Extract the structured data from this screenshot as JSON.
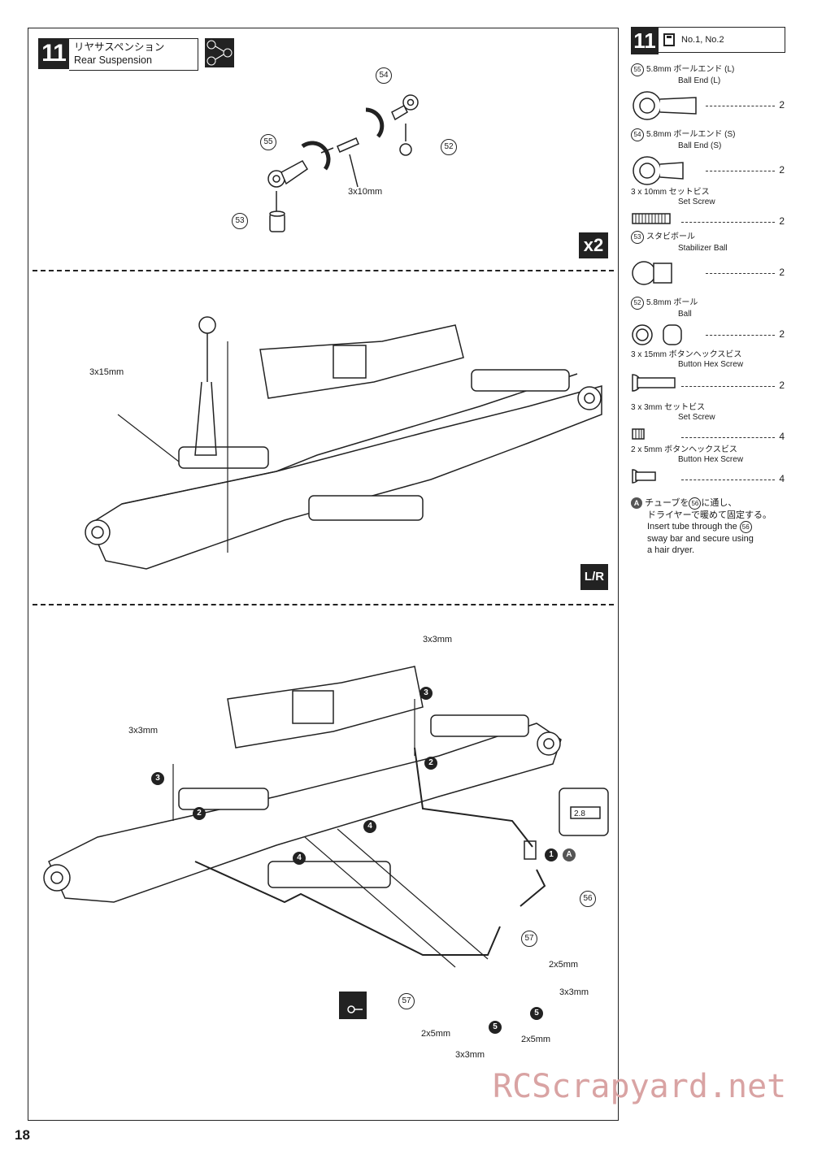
{
  "section": {
    "number": "11",
    "title_jp": "リヤサスペンション",
    "title_en": "Rear Suspension",
    "step_icon": "sequence-icon"
  },
  "badges": {
    "x2": "x2",
    "lr": "L/R"
  },
  "step1": {
    "callouts": {
      "c55": "55",
      "c54": "54",
      "c52": "52",
      "c53": "53"
    },
    "screw_label": "3x10mm"
  },
  "step2": {
    "screw_label": "3x15mm"
  },
  "step3": {
    "labels": {
      "s3x3_top": "3x3mm",
      "s3x3_left": "3x3mm",
      "tube_len": "2.8",
      "s2x5_a": "2x5mm",
      "s3x3_b": "3x3mm",
      "s2x5_c": "2x5mm",
      "s2x5_d": "2x5mm",
      "s3x3_e": "3x3mm"
    },
    "markers": {
      "m3a": "3",
      "m3b": "3",
      "m2a": "2",
      "m2b": "2",
      "m4a": "4",
      "m4b": "4",
      "m1": "1",
      "mA": "A",
      "m5a": "5",
      "m5b": "5"
    },
    "callouts": {
      "c56": "56",
      "c57a": "57",
      "c57b": "57"
    }
  },
  "parts_panel": {
    "number": "11",
    "bag_icon": "bag-icon",
    "bag_label": "No.1, No.2",
    "items": [
      {
        "num": "55",
        "jp": "5.8mm ボールエンド (L)",
        "en": "Ball End (L)",
        "qty": "2"
      },
      {
        "num": "54",
        "jp": "5.8mm ボールエンド (S)",
        "en": "Ball End (S)",
        "qty": "2"
      },
      {
        "num": "",
        "jp": "3 x 10mm セットビス",
        "en": "Set Screw",
        "qty": "2"
      },
      {
        "num": "53",
        "jp": "スタビボール",
        "en": "Stabilizer Ball",
        "qty": "2"
      },
      {
        "num": "52",
        "jp": "5.8mm ボール",
        "en": "Ball",
        "qty": "2"
      },
      {
        "num": "",
        "jp": "3 x 15mm ボタンヘックスビス",
        "en": "Button Hex Screw",
        "qty": "2"
      },
      {
        "num": "",
        "jp": "3 x 3mm セットビス",
        "en": "Set Screw",
        "qty": "4"
      },
      {
        "num": "",
        "jp": "2 x 5mm ボタンヘックスビス",
        "en": "Button Hex Screw",
        "qty": "4"
      }
    ],
    "note": {
      "marker": "A",
      "jp_a": "チューブを",
      "ref1": "56",
      "jp_b": "に通し、",
      "jp_c": "ドライヤーで暖めて固定する。",
      "en_a": "Insert tube through the",
      "ref2": "56",
      "en_b": "sway bar and secure using",
      "en_c": "a hair dryer."
    }
  },
  "page_number": "18",
  "watermark": "RCScrapyard.net"
}
